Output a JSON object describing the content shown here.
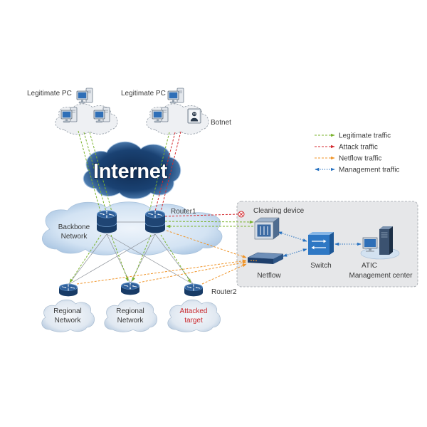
{
  "pc_groups": [
    {
      "label": "Legitimate PC"
    },
    {
      "label": "Legitimate PC",
      "botnet_label": "Botnet"
    }
  ],
  "internet": {
    "label": "Internet"
  },
  "backbone": {
    "label_lines": [
      "Backbone",
      "Network"
    ],
    "router_label": "Router1"
  },
  "regional_networks": [
    {
      "label_lines": [
        "Regional",
        "Network"
      ]
    },
    {
      "label_lines": [
        "Regional",
        "Network"
      ]
    },
    {
      "label_lines": [
        "Attacked",
        "target"
      ],
      "router_label": "Router2",
      "color": "#c8282d"
    }
  ],
  "defense_zone": {
    "cleaning_device_label": "Cleaning device",
    "netflow_label": "Netflow",
    "switch_label": "Switch",
    "atic_label_lines": [
      "ATIC",
      "Management center"
    ]
  },
  "legend": {
    "items": [
      {
        "label": "Legitimate traffic",
        "color": "#7bb32e"
      },
      {
        "label": "Attack traffic",
        "color": "#d42a2f"
      },
      {
        "label": "Netflow traffic",
        "color": "#f0952a"
      },
      {
        "label": "Management traffic",
        "color": "#2470c0"
      }
    ]
  }
}
